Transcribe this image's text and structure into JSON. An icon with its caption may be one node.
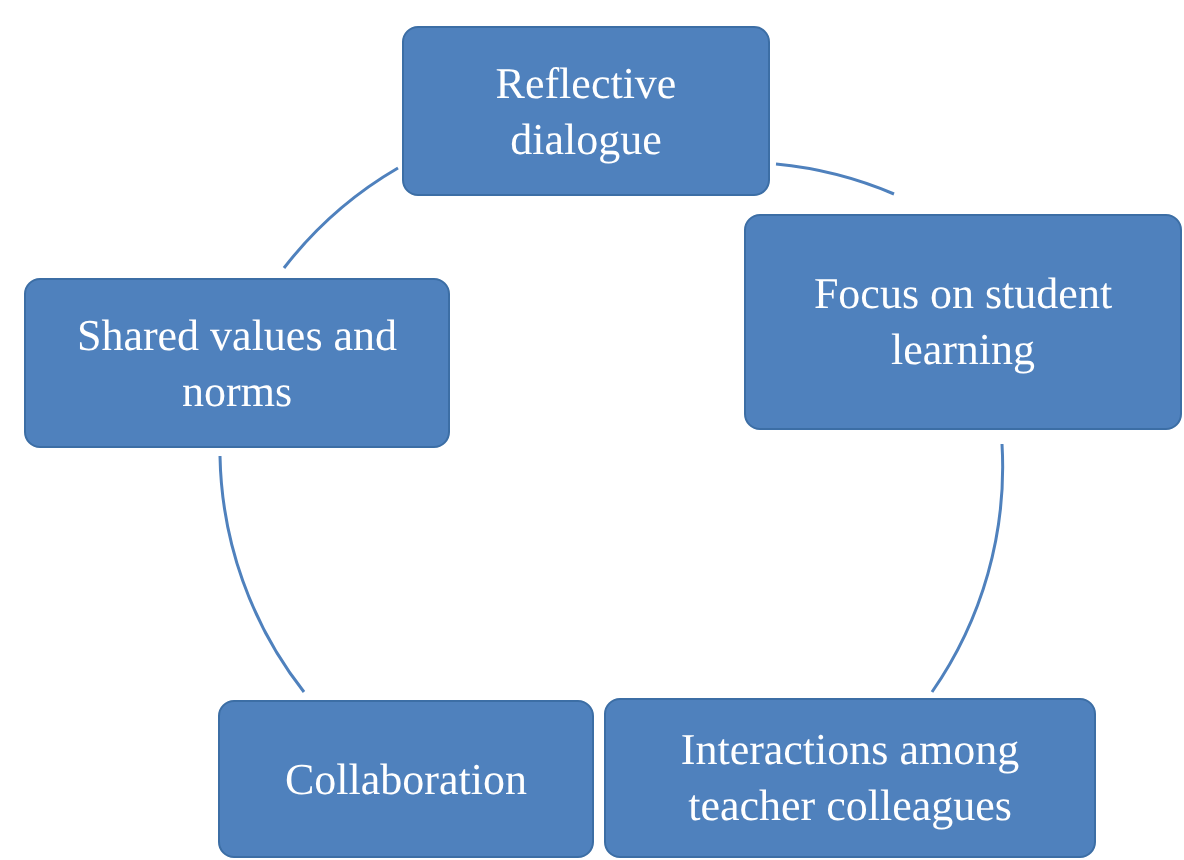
{
  "diagram": {
    "nodes": [
      {
        "text": [
          "Reflective dialogue"
        ]
      },
      {
        "text": [
          "Focus on student learning"
        ]
      },
      {
        "text": [
          "Interactions among teacher colleagues"
        ]
      },
      {
        "text": [
          "Collaboration"
        ]
      },
      {
        "text": [
          "Shared values and norms"
        ]
      }
    ],
    "edges": [
      {
        "from": 0,
        "to": 1,
        "arrow": "none"
      },
      {
        "from": 1,
        "to": 2,
        "arrow": "none"
      },
      {
        "from": 3,
        "to": 4,
        "arrow": "none"
      },
      {
        "from": 4,
        "to": 0,
        "arrow": "none"
      }
    ]
  }
}
